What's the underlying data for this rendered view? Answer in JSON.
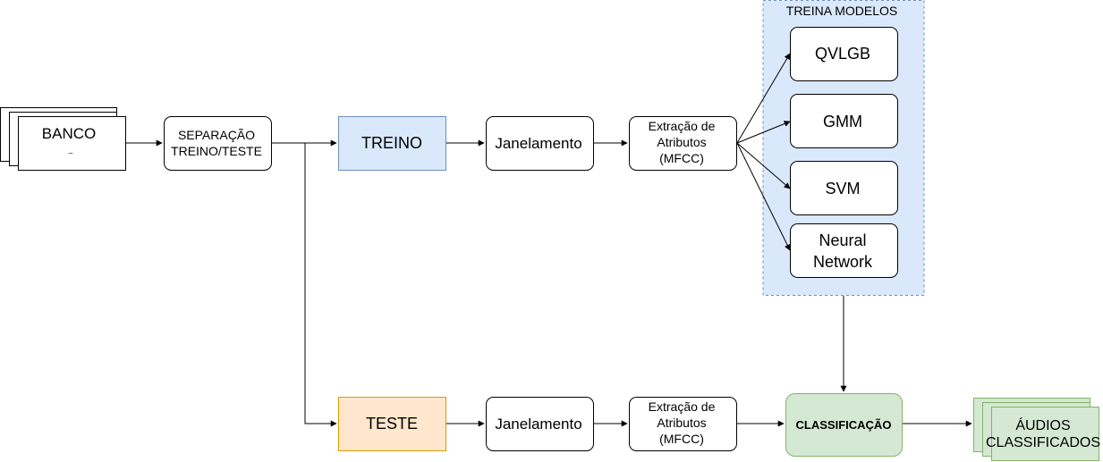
{
  "diagram": {
    "banco": {
      "label": "BANCO",
      "sublabel": "_"
    },
    "separacao": {
      "line1": "SEPARAÇÃO",
      "line2": "TREINO/TESTE"
    },
    "treino": {
      "label": "TREINO"
    },
    "teste": {
      "label": "TESTE"
    },
    "janelamento_treino": {
      "label": "Janelamento"
    },
    "janelamento_teste": {
      "label": "Janelamento"
    },
    "extracao_treino": {
      "line1": "Extração de",
      "line2": "Atributos",
      "line3": "(MFCC)"
    },
    "extracao_teste": {
      "line1": "Extração de",
      "line2": "Atributos",
      "line3": "(MFCC)"
    },
    "treina_modelos": {
      "title": "TREINA MODELOS",
      "models": {
        "qvlgb": "QVLGB",
        "gmm": "GMM",
        "svm": "SVM",
        "nn_line1": "Neural",
        "nn_line2": "Network"
      }
    },
    "classificacao": {
      "label": "CLASSIFICAÇÃO"
    },
    "audios": {
      "line1": "ÁUDIOS",
      "line2": "CLASSIFICADOS"
    },
    "colors": {
      "treino_fill": "#dae8fc",
      "treino_stroke": "#6c8ebf",
      "teste_fill": "#ffe6cc",
      "teste_stroke": "#d79b00",
      "green_fill": "#d5e8d4",
      "green_stroke": "#82b366",
      "group_fill": "#dae8fc",
      "group_stroke": "#6c8ebf"
    }
  }
}
